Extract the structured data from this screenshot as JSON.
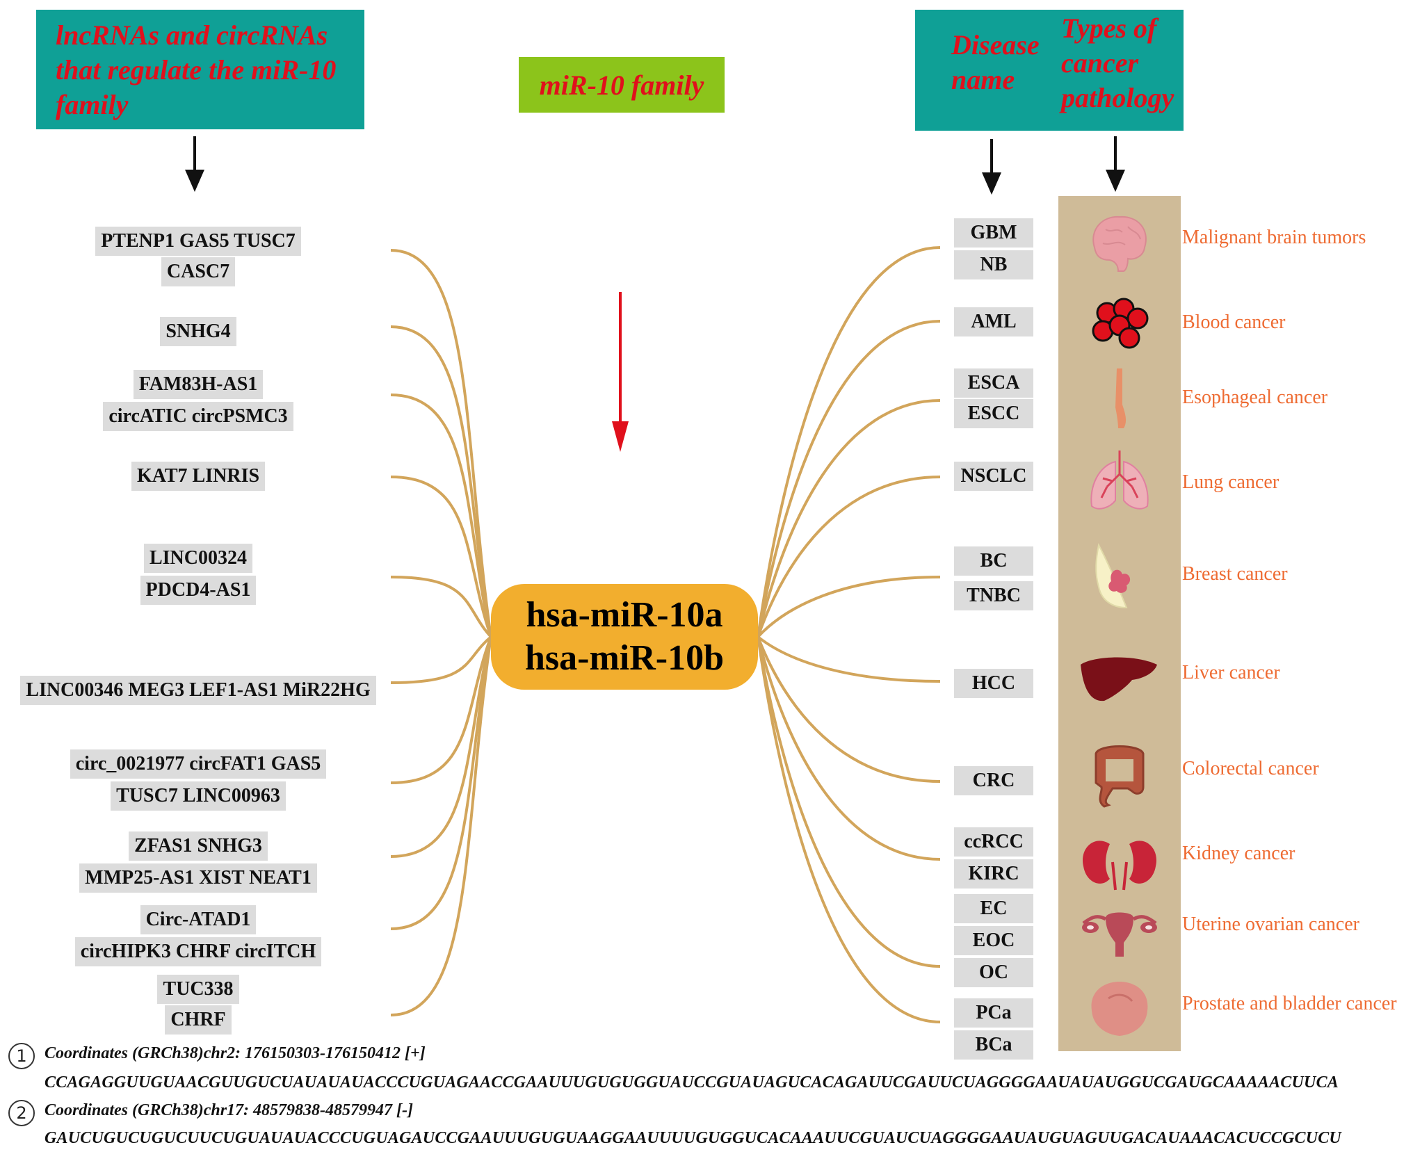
{
  "left_header": "lncRNAs and circRNAs that regulate the miR-10 family",
  "center_header": "miR-10 family",
  "right_header": {
    "disease": "Disease name",
    "pathology": "Types of cancer pathology"
  },
  "center_node": {
    "line1": "hsa-miR-10a",
    "line2": "hsa-miR-10b"
  },
  "left_groups": [
    [
      "PTENP1 GAS5 TUSC7",
      "CASC7"
    ],
    [
      "SNHG4"
    ],
    [
      "FAM83H-AS1",
      "circATIC  circPSMC3"
    ],
    [
      "KAT7 LINRIS"
    ],
    [
      "LINC00324",
      "PDCD4-AS1"
    ],
    [
      "LINC00346 MEG3 LEF1-AS1 MiR22HG"
    ],
    [
      "circ_0021977 circFAT1 GAS5",
      "TUSC7 LINC00963"
    ],
    [
      "ZFAS1 SNHG3",
      "MMP25-AS1 XIST NEAT1"
    ],
    [
      "Circ-ATAD1",
      "circHIPK3  CHRF circITCH"
    ],
    [
      "TUC338",
      "CHRF"
    ]
  ],
  "disease_abbrs": [
    "GBM",
    "NB",
    "AML",
    "ESCA",
    "ESCC",
    "NSCLC",
    "BC",
    "TNBC",
    "HCC",
    "CRC",
    "ccRCC",
    "KIRC",
    "EC",
    "EOC",
    "OC",
    "PCa",
    "BCa"
  ],
  "cancer_types": [
    {
      "label": "Malignant brain tumors",
      "icon": "brain-icon"
    },
    {
      "label": "Blood cancer",
      "icon": "blood-cells-icon"
    },
    {
      "label": "Esophageal cancer",
      "icon": "esophagus-icon"
    },
    {
      "label": "Lung cancer",
      "icon": "lungs-icon"
    },
    {
      "label": "Breast cancer",
      "icon": "breast-icon"
    },
    {
      "label": "Liver cancer",
      "icon": "liver-icon"
    },
    {
      "label": "Colorectal cancer",
      "icon": "colon-icon"
    },
    {
      "label": "Kidney cancer",
      "icon": "kidney-icon"
    },
    {
      "label": "Uterine ovarian cancer",
      "icon": "uterus-icon"
    },
    {
      "label": "Prostate and bladder cancer",
      "icon": "prostate-bladder-icon"
    }
  ],
  "sequences": [
    {
      "num": "1",
      "coords": "Coordinates (GRCh38)chr2: 176150303-176150412 [+]",
      "seq": "CCAGAGGUUGUAACGUUGUCUAUAUAUACCCUGUAGAACCGAAUUUGUGUGGUAUCCGUAUAGUCACAGAUUCGAUUCUAGGGGAAUAUAUGGUCGAUGCAAAAACUUCA"
    },
    {
      "num": "2",
      "coords": "Coordinates (GRCh38)chr17: 48579838-48579947 [-]",
      "seq": "GAUCUGUCUGUCUUCUGUAUAUACCCUGUAGAUCCGAAUUUGUGUAAGGAAUUUUGUGGUCACAAAUUCGUAUCUAGGGGAAUAUGUAGUUGACAUAAACACUCCGCUCU"
    }
  ],
  "colors": {
    "header_teal": "#0fa096",
    "header_text_red": "#e0101c",
    "family_green": "#8cc41b",
    "center_orange": "#f2ae2e",
    "curve_tan": "#d2a55b",
    "panel_tan": "#cfbb98",
    "cancer_label_orange": "#ee6b32",
    "arrow_red": "#e0101c"
  }
}
